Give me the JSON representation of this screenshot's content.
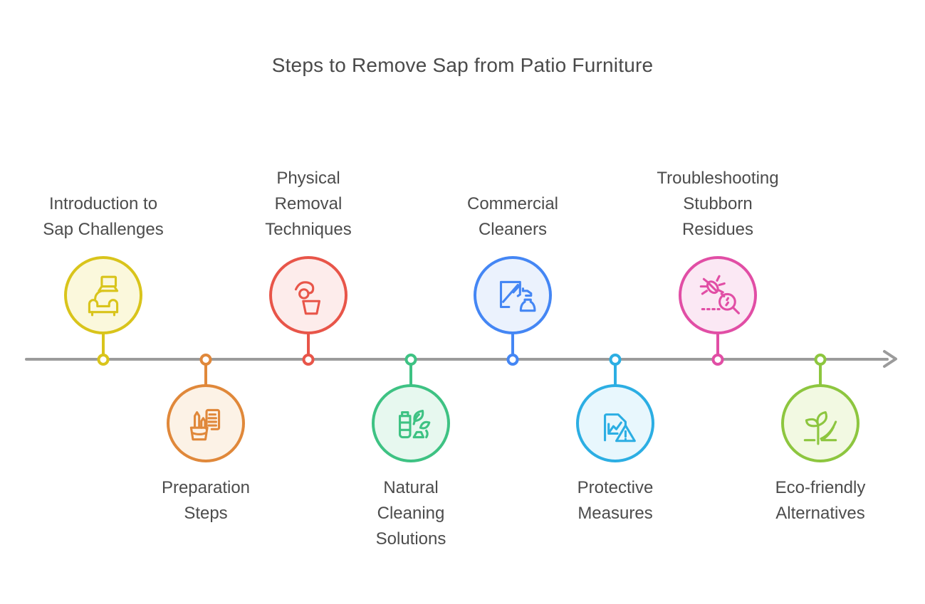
{
  "title": "Steps to Remove Sap from Patio Furniture",
  "timeline": {
    "line_color": "#9b9b9b",
    "arrow_color": "#9b9b9b"
  },
  "steps": [
    {
      "label": "Introduction to Sap Challenges",
      "position": "above",
      "icon": "sofa-furniture-icon",
      "color": "#d9c41b",
      "fill": "#fbf8dc"
    },
    {
      "label": "Preparation Steps",
      "position": "below",
      "icon": "tools-document-icon",
      "color": "#e0883a",
      "fill": "#fcf2e6"
    },
    {
      "label": "Physical Removal Techniques",
      "position": "above",
      "icon": "hand-bucket-icon",
      "color": "#e85549",
      "fill": "#fdeceb"
    },
    {
      "label": "Natural Cleaning Solutions",
      "position": "below",
      "icon": "bottle-leaves-icon",
      "color": "#3ec283",
      "fill": "#e7f8ef"
    },
    {
      "label": "Commercial Cleaners",
      "position": "above",
      "icon": "window-spray-icon",
      "color": "#4486f4",
      "fill": "#ebf2fd"
    },
    {
      "label": "Protective Measures",
      "position": "below",
      "icon": "document-warning-icon",
      "color": "#2caee3",
      "fill": "#e8f7fd"
    },
    {
      "label": "Troubleshooting Stubborn Residues",
      "position": "above",
      "icon": "bug-magnifier-icon",
      "color": "#e14ea5",
      "fill": "#fbe8f4"
    },
    {
      "label": "Eco-friendly Alternatives",
      "position": "below",
      "icon": "sprout-icon",
      "color": "#8dc63f",
      "fill": "#f2f9e2"
    }
  ]
}
